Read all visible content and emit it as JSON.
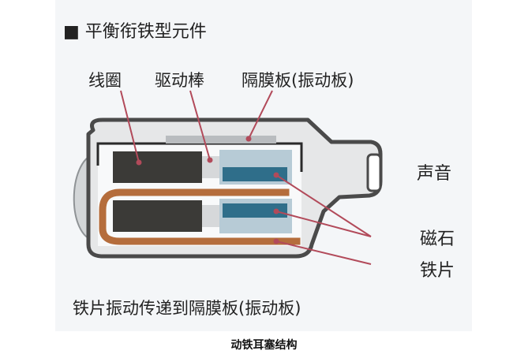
{
  "title": "■ 平衡衔铁型元件",
  "labels": {
    "coil": "线圈",
    "drive_rod": "驱动棒",
    "diaphragm": "隔膜板(振动板)",
    "sound": "声音",
    "magnet": "磁石",
    "iron_piece": "铁片"
  },
  "description": "铁片振动传递到隔膜板(振动板)",
  "caption": "动铁耳塞结构",
  "colors": {
    "coil": "#3b3a37",
    "magnet": "#2f6e8a",
    "magnet_outer": "#b7cbd6",
    "armature": "#b56d3c",
    "housing_stroke": "#4a4a4a",
    "housing_fill": "#efefef",
    "background_panel": "#f2f4f6",
    "pointer": "#b24a5a"
  }
}
